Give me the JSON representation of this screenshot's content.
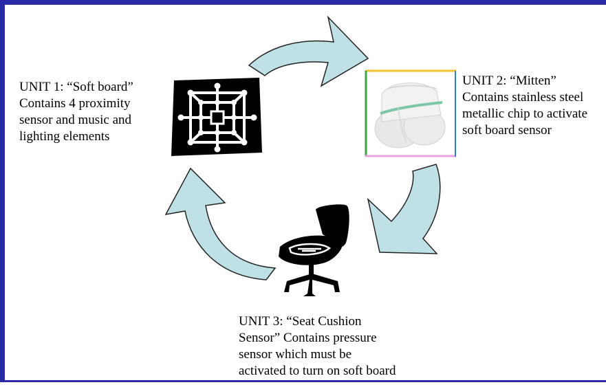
{
  "units": [
    {
      "id": "unit1",
      "text": "UNIT 1: “Soft board”\nContains 4 proximity\nsensor and music and\nlighting elements"
    },
    {
      "id": "unit2",
      "text": "UNIT 2: “Mitten”\nContains stainless steel\nmetallic chip to activate\nsoft board sensor"
    },
    {
      "id": "unit3",
      "text": "UNIT 3: “Seat Cushion\nSensor” Contains pressure\nsensor which must be\nactivated to turn on soft board"
    }
  ],
  "colors": {
    "frame": "#2a2aa8",
    "arrow_fill": "#bfe0e4",
    "arrow_stroke": "#222222",
    "board": "#000000"
  },
  "icons": {
    "unit1": "soft-board-grid-icon",
    "unit2": "mitten-photo",
    "unit3": "office-chair-icon"
  }
}
